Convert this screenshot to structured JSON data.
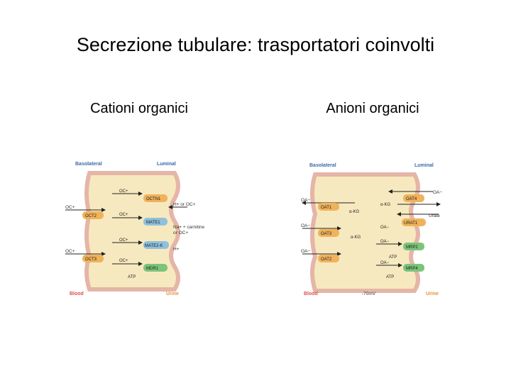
{
  "title": "Secrezione tubulare: trasportatori coinvolti",
  "left": {
    "heading": "Cationi organici",
    "basolateral": "Basolateral",
    "luminal": "Luminal",
    "blood": "Blood",
    "urine": "Urine",
    "oct1": "OC+",
    "octn1": "OCTN1",
    "h_oc": "H+ or OC+",
    "oc_left1": "OC+",
    "oct2": "OCT2",
    "oc_mid": "OC+",
    "mate1": "MATE1",
    "na_carn": "Na+ + carnitine",
    "or_oc": "or OC+",
    "oc_mid2": "OC+",
    "mate2k": "MATE2-K",
    "h_plus": "H+",
    "oc_left2": "OC+",
    "oct3": "OCT3",
    "oc_mid3": "OC+",
    "mdr1": "MDR1",
    "atp": "ATP"
  },
  "right": {
    "heading": "Anioni organici",
    "basolateral": "Basolateral",
    "luminal": "Luminal",
    "blood": "Blood",
    "urine": "Urine",
    "oa_left1": "OA−",
    "oat1": "OAT1",
    "akg1": "α-KG",
    "oat4": "OAT4",
    "oa_right1": "OA−",
    "akg_mid1": "α-KG",
    "urate": "Urate",
    "oa_left2": "OA−",
    "oat3": "OAT3",
    "urat1": "URAT1",
    "oa_mid2": "OA−",
    "akg2": "α-KG",
    "oa_mid3": "OA−",
    "mrp2": "MRP2",
    "oa_left3": "OA−",
    "oat2": "OAT2",
    "atp1": "ATP",
    "oa_mid4": "OA−",
    "mrp4": "MRP4",
    "atp2": "ATP",
    "potential": "-70mV"
  },
  "colors": {
    "cell": "#f7e9bf",
    "membrane": "#e5b5a8",
    "orange_transporter": "#f0b25a",
    "blue_transporter": "#8fc0dd",
    "green_transporter": "#7cc47a",
    "blue_text": "#3a6aa8",
    "red_text": "#d9534f",
    "orange_text": "#e8913a"
  }
}
